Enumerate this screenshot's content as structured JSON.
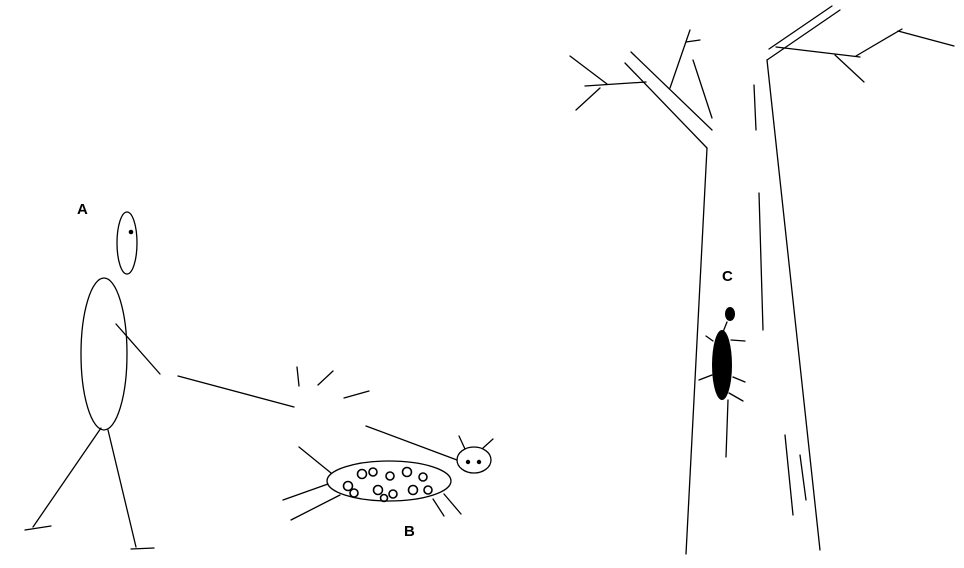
{
  "labels": {
    "person": "A",
    "ladybug": "B",
    "beetle": "C"
  },
  "colors": {
    "ink": "#000000",
    "background": "#ffffff"
  }
}
